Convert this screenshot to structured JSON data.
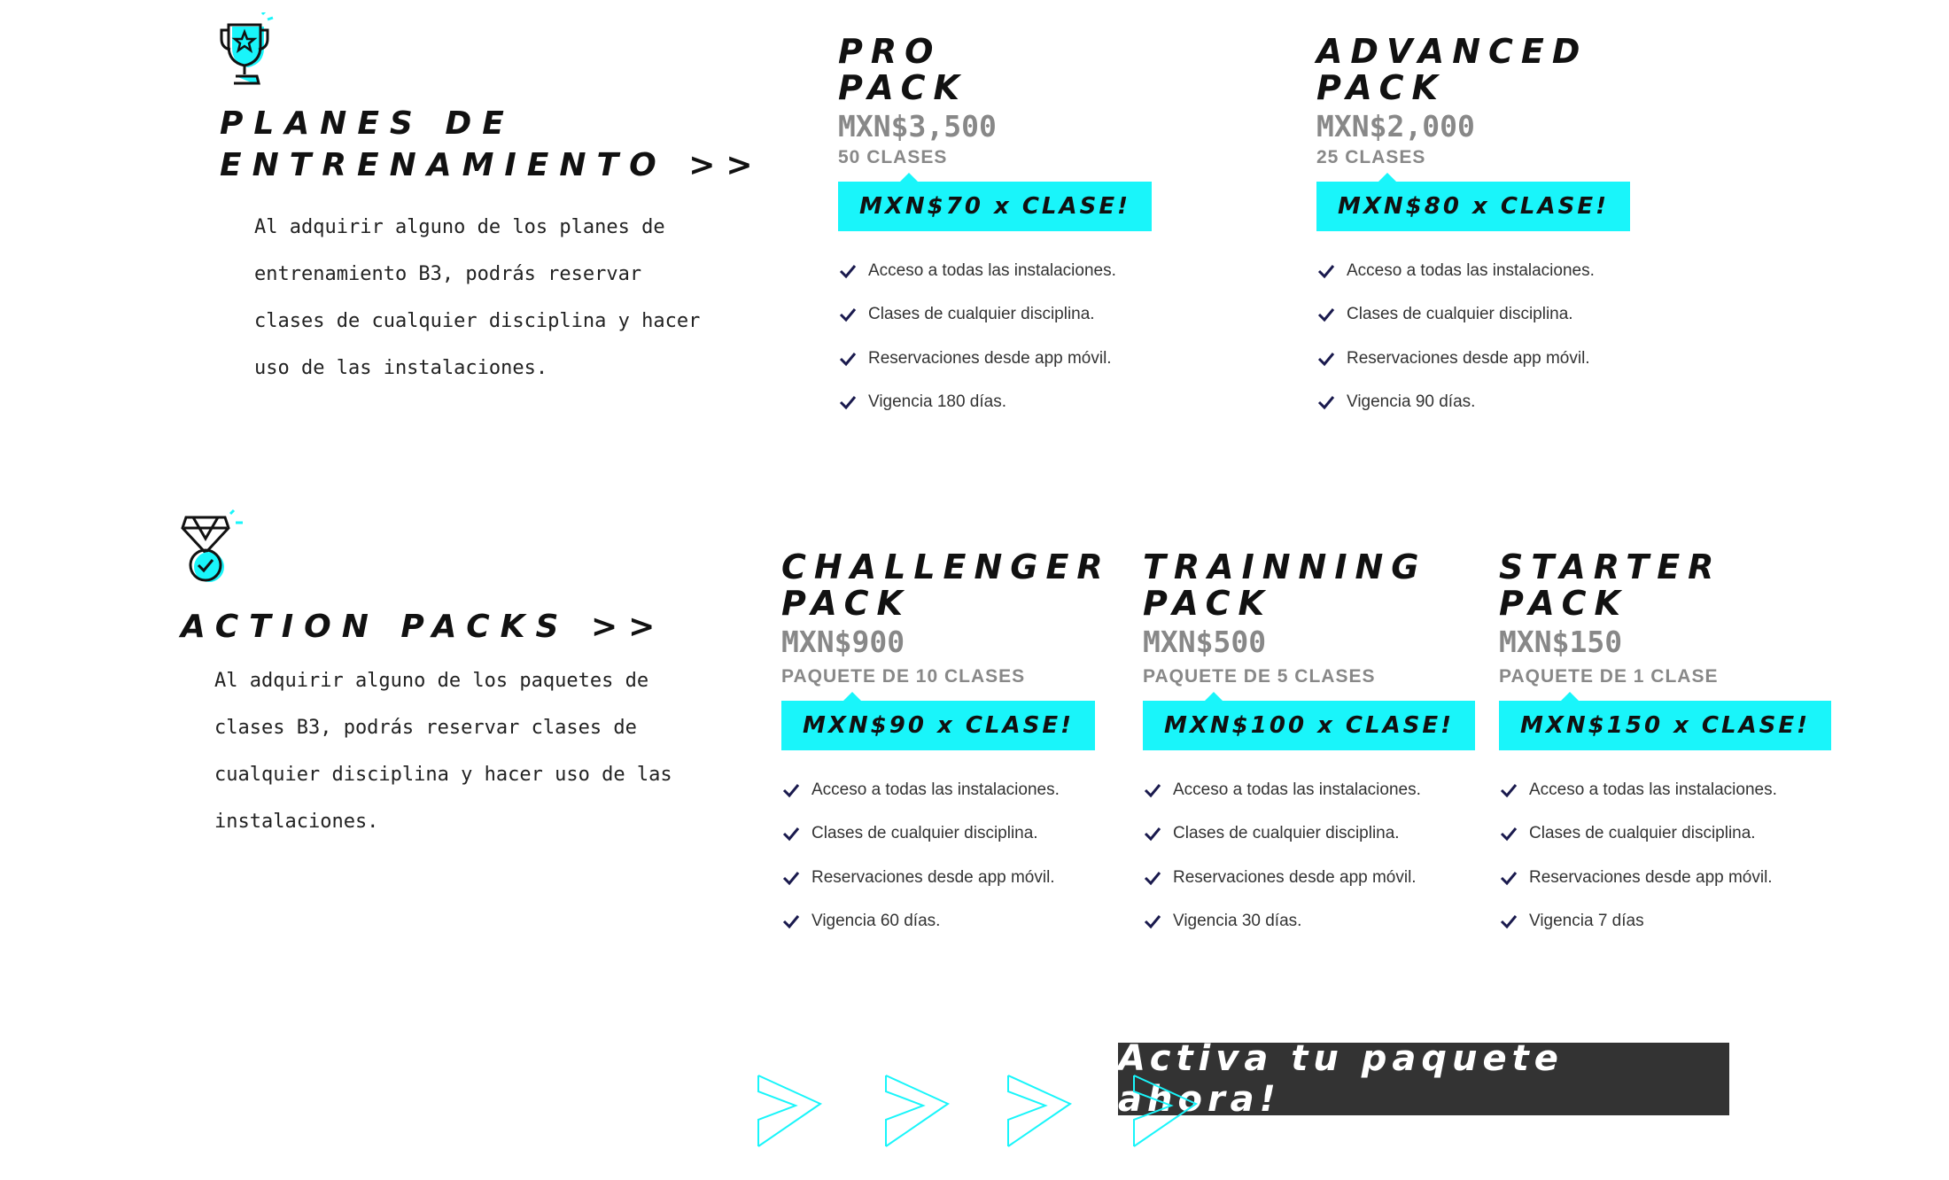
{
  "training": {
    "title_line1": "PLANES DE",
    "title_line2": "ENTRENAMIENTO >>",
    "description": "Al adquirir alguno de los planes de entrenamiento B3, podrás reservar clases de cualquier disciplina y hacer uso de las instalaciones.",
    "icon": "trophy-icon",
    "plans": [
      {
        "title_line1": "PRO",
        "title_line2": "PACK",
        "price": "MXN$3,500",
        "subtitle": "50 CLASES",
        "ribbon": "MXN$70 x CLASE!",
        "features": [
          "Acceso a todas las instalaciones.",
          "Clases de cualquier disciplina.",
          "Reservaciones desde app móvil.",
          "Vigencia 180 días."
        ]
      },
      {
        "title_line1": "ADVANCED",
        "title_line2": "PACK",
        "price": "MXN$2,000",
        "subtitle": "25 CLASES",
        "ribbon": "MXN$80 x CLASE!",
        "features": [
          "Acceso a todas las instalaciones.",
          "Clases de cualquier disciplina.",
          "Reservaciones desde app móvil.",
          "Vigencia 90 días."
        ]
      }
    ]
  },
  "action": {
    "title": "ACTION PACKS >>",
    "description": "Al adquirir alguno de los paquetes de clases B3, podrás reservar clases de cualquier disciplina y hacer uso de las instalaciones.",
    "icon": "medal-icon",
    "packs": [
      {
        "title_line1": "CHALLENGER",
        "title_line2": "PACK",
        "price": "MXN$900",
        "subtitle": "PAQUETE DE 10 CLASES",
        "ribbon": "MXN$90 x CLASE!",
        "features": [
          "Acceso a todas las instalaciones.",
          "Clases de cualquier disciplina.",
          "Reservaciones desde app móvil.",
          "Vigencia  60 días."
        ]
      },
      {
        "title_line1": "TRAINNING",
        "title_line2": "PACK",
        "price": "MXN$500",
        "subtitle": "PAQUETE DE 5 CLASES",
        "ribbon": "MXN$100 x CLASE!",
        "features": [
          "Acceso a todas las instalaciones.",
          "Clases de cualquier disciplina.",
          "Reservaciones desde app móvil.",
          "Vigencia 30 días."
        ]
      },
      {
        "title_line1": "STARTER",
        "title_line2": "PACK",
        "price": "MXN$150",
        "subtitle": "PAQUETE DE 1 CLASE",
        "ribbon": "MXN$150 x CLASE!",
        "features": [
          "Acceso a todas las instalaciones.",
          "Clases de cualquier disciplina.",
          "Reservaciones desde app móvil.",
          "Vigencia 7 días"
        ]
      }
    ]
  },
  "cta": {
    "label": "Activa tu paquete ahora!"
  },
  "colors": {
    "accent": "#19f5fa",
    "check": "#1a1a4e",
    "cta_bg": "#333333",
    "price": "#888888"
  }
}
